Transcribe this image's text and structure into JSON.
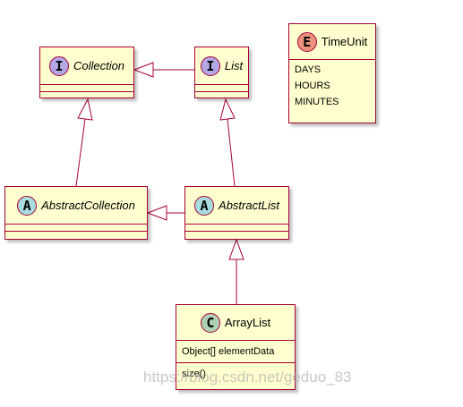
{
  "classes": {
    "collection": {
      "stereotype": "I",
      "name": "Collection"
    },
    "list": {
      "stereotype": "I",
      "name": "List"
    },
    "abstract_collection": {
      "stereotype": "A",
      "name": "AbstractCollection"
    },
    "abstract_list": {
      "stereotype": "A",
      "name": "AbstractList"
    },
    "array_list": {
      "stereotype": "C",
      "name": "ArrayList",
      "fields": [
        "Object[] elementData"
      ],
      "methods": [
        "size()"
      ]
    },
    "time_unit": {
      "stereotype": "E",
      "name": "TimeUnit",
      "values": [
        "DAYS",
        "HOURS",
        "MINUTES"
      ]
    }
  },
  "watermark": "https://blog.csdn.net/geduo_83",
  "colors": {
    "class_fill": "#fefece",
    "border": "#a80036",
    "interface_badge": "#b4a7e5",
    "abstract_badge": "#a9dcdf",
    "class_badge": "#add1b2",
    "enum_badge": "#eb937f"
  }
}
